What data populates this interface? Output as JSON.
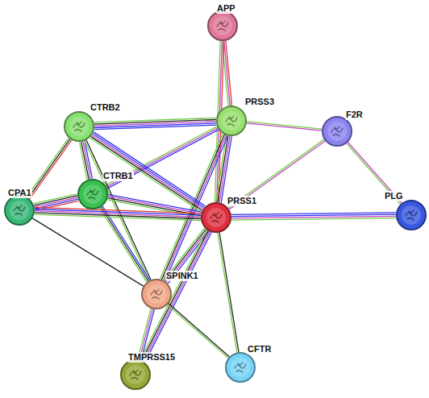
{
  "diagram": {
    "nodes": [
      {
        "text": [
          "APP"
        ]
      },
      {
        "text": [
          "PRSS3"
        ]
      },
      {
        "text": [
          "CTRB2"
        ]
      },
      {
        "text": [
          "F2R"
        ]
      },
      {
        "text": [
          "CTRB1"
        ]
      },
      {
        "text": [
          "CPA1"
        ]
      },
      {
        "text": [
          "PRSS1"
        ]
      },
      {
        "text": [
          "PLG"
        ]
      },
      {
        "text": [
          "SPINK1"
        ]
      },
      {
        "text": [
          "TMPRSS15"
        ]
      },
      {
        "text": [
          "CFTR"
        ]
      }
    ],
    "edges": [
      {
        "from": 0,
        "to": 1,
        "arrow": "none"
      },
      {
        "from": 0,
        "to": 6,
        "arrow": "none"
      },
      {
        "from": 1,
        "to": 3,
        "arrow": "none"
      },
      {
        "from": 1,
        "to": 2,
        "arrow": "none"
      },
      {
        "from": 1,
        "to": 4,
        "arrow": "none"
      },
      {
        "from": 1,
        "to": 6,
        "arrow": "none"
      },
      {
        "from": 1,
        "to": 8,
        "arrow": "none"
      },
      {
        "from": 3,
        "to": 6,
        "arrow": "none"
      },
      {
        "from": 3,
        "to": 7,
        "arrow": "none"
      },
      {
        "from": 6,
        "to": 7,
        "arrow": "none"
      },
      {
        "from": 2,
        "to": 4,
        "arrow": "none"
      },
      {
        "from": 2,
        "to": 5,
        "arrow": "none"
      },
      {
        "from": 2,
        "to": 6,
        "arrow": "none"
      },
      {
        "from": 2,
        "to": 8,
        "arrow": "none"
      },
      {
        "from": 4,
        "to": 5,
        "arrow": "none"
      },
      {
        "from": 4,
        "to": 6,
        "arrow": "none"
      },
      {
        "from": 4,
        "to": 8,
        "arrow": "none"
      },
      {
        "from": 5,
        "to": 6,
        "arrow": "none"
      },
      {
        "from": 5,
        "to": 8,
        "arrow": "none"
      },
      {
        "from": 6,
        "to": 8,
        "arrow": "none"
      },
      {
        "from": 6,
        "to": 9,
        "arrow": "none"
      },
      {
        "from": 6,
        "to": 10,
        "arrow": "none"
      },
      {
        "from": 8,
        "to": 9,
        "arrow": "none"
      },
      {
        "from": 8,
        "to": 10,
        "arrow": "none"
      }
    ]
  }
}
